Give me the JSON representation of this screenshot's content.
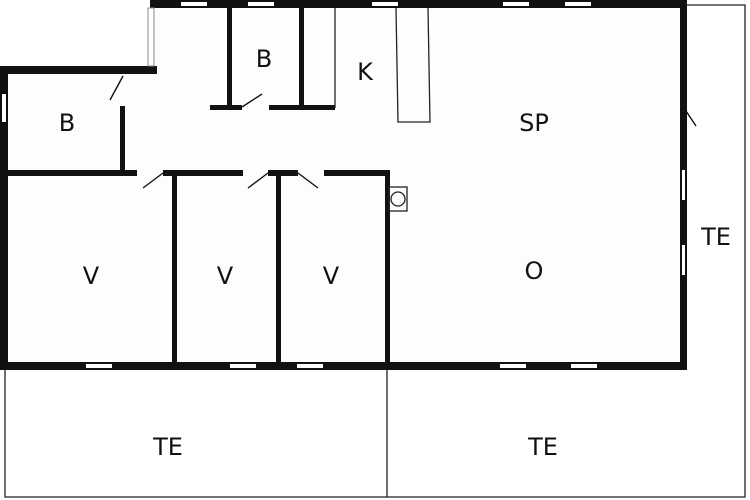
{
  "rooms": {
    "b1": "B",
    "b2": "B",
    "k": "K",
    "sp": "SP",
    "o": "O",
    "v1": "V",
    "v2": "V",
    "v3": "V",
    "te_right": "TE",
    "te_bottom_left": "TE",
    "te_bottom_right": "TE"
  }
}
